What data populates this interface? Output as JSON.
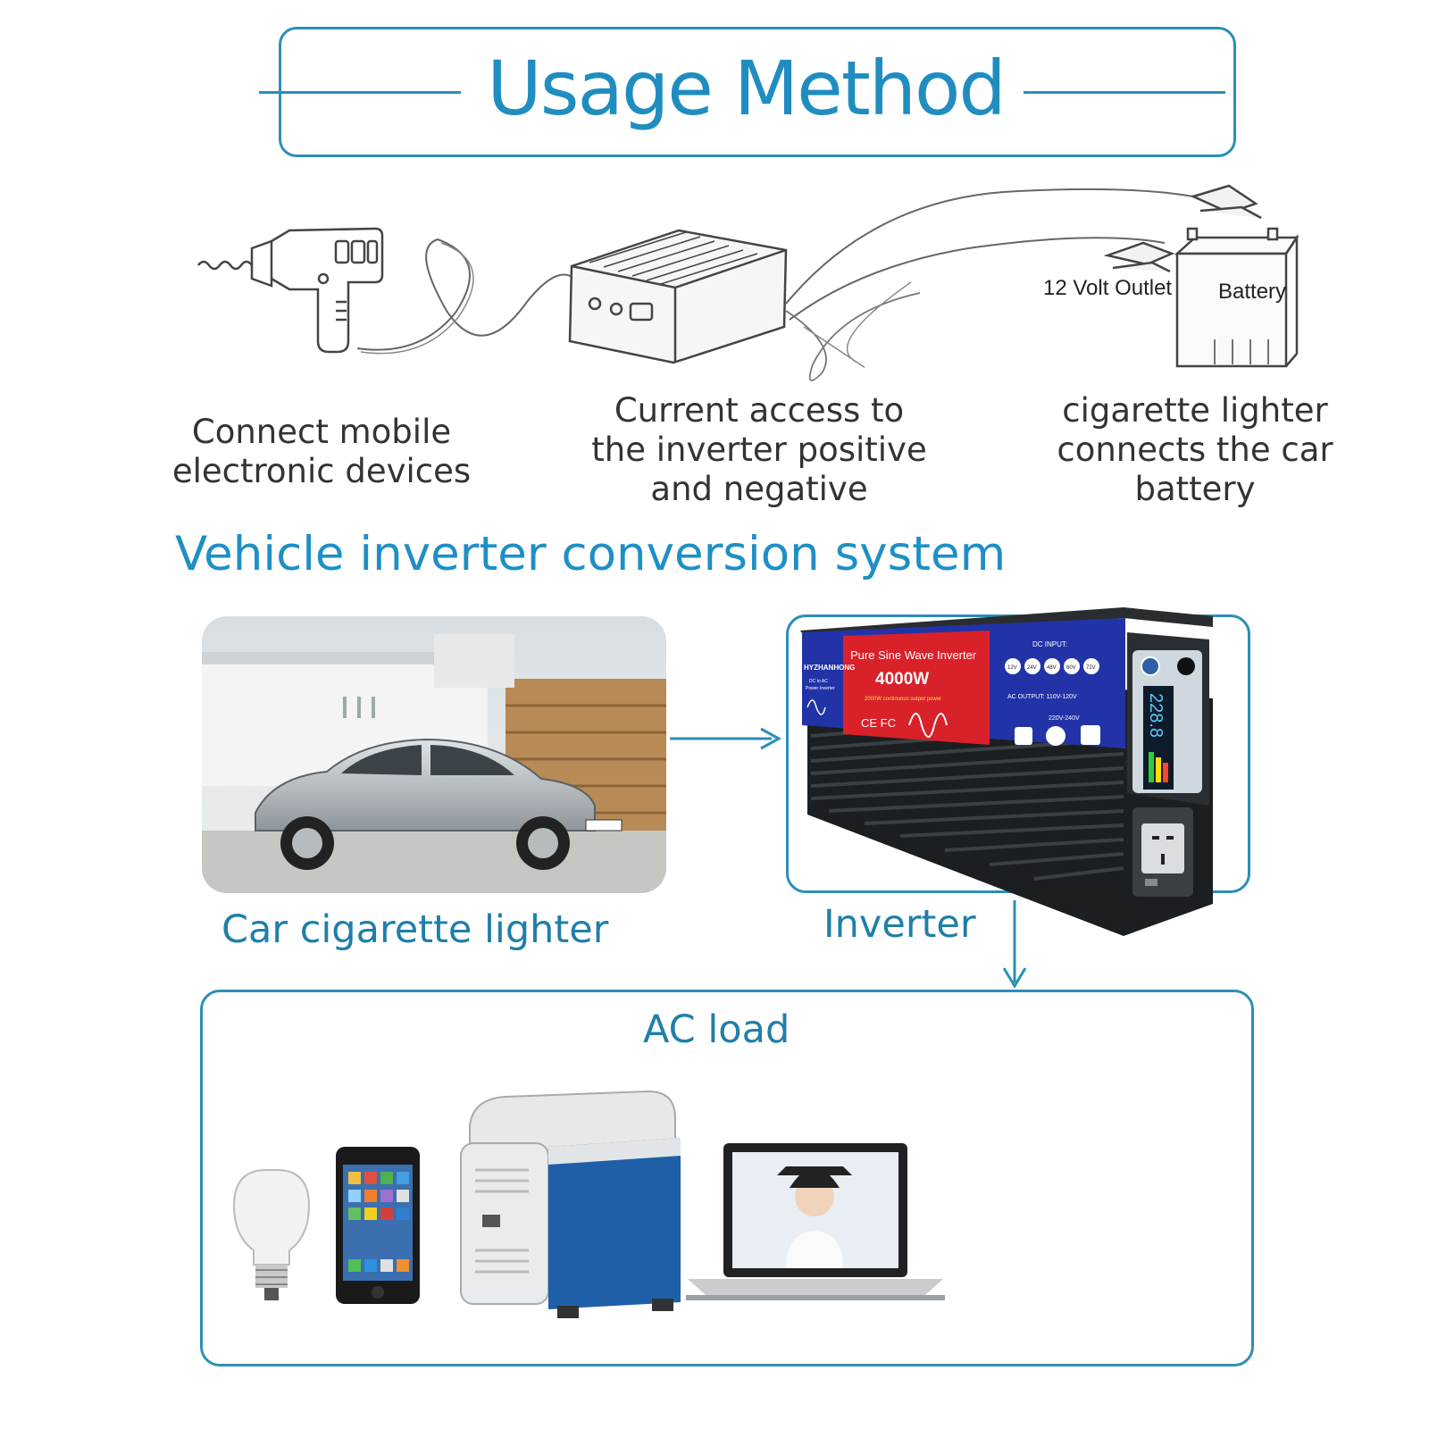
{
  "title": "Usage Method",
  "steps": {
    "devices_caption": [
      "Connect mobile",
      "electronic devices"
    ],
    "inverter_caption": [
      "Current access to",
      "the inverter positive",
      "and negative"
    ],
    "battery_caption": [
      "cigarette lighter",
      "connects the car",
      "battery"
    ],
    "outlet_label": "12 Volt Outlet",
    "battery_label": "Battery"
  },
  "system_heading": "Vehicle inverter conversion system",
  "car_label": "Car cigarette lighter",
  "inverter_label": "Inverter",
  "inverter_panel": {
    "brand": "HYZHANHONG",
    "sub": [
      "DC to AC",
      "Power Inverter"
    ],
    "product": "Pure Sine Wave Inverter",
    "wattage": "4000W",
    "continuous": "2000W continuous output power",
    "certs": "CE FC",
    "dc_input_label": "DC INPUT:",
    "dc_voltages": [
      "12V",
      "24V",
      "48V",
      "60V",
      "72V"
    ],
    "ac_output_label": "AC OUTPUT: 110V-120V",
    "ac_output_alt": "220V-240V",
    "display_title": "Multi-Function Display",
    "display_reading": "228.8"
  },
  "ac_load_heading": "AC load",
  "colors": {
    "accent": "#2b8fb8",
    "heading_blue": "#1e8fc6",
    "panel_blue": "#2233a8",
    "panel_red": "#d9212a"
  }
}
